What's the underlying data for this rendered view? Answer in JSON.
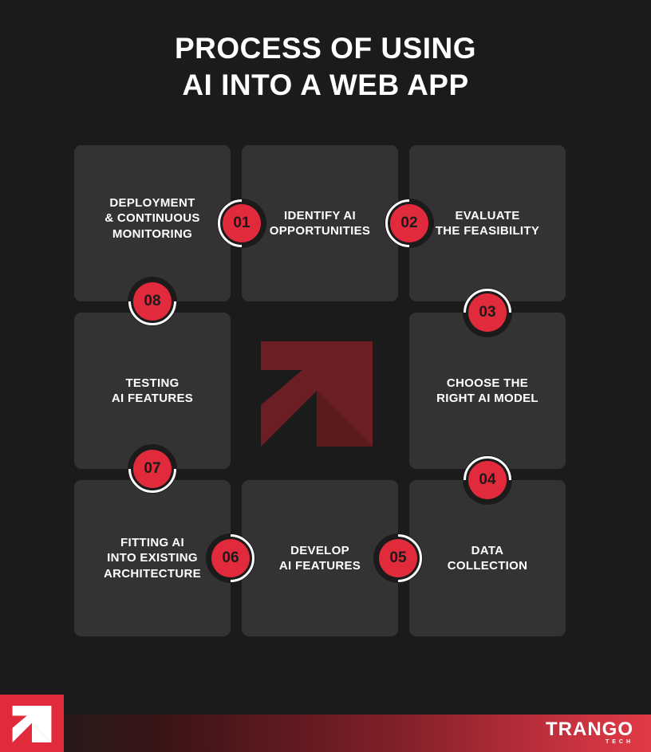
{
  "title": {
    "line1": "PROCESS OF USING",
    "line2": "AI INTO A WEB APP"
  },
  "colors": {
    "background": "#1b1b1b",
    "card": "#333333",
    "accent": "#e12a3b",
    "logo_dark": "#6b1f24"
  },
  "cards": [
    {
      "label": "DEPLOYMENT\n& CONTINUOUS\nMONITORING"
    },
    {
      "label": "IDENTIFY AI\nOPPORTUNITIES"
    },
    {
      "label": "EVALUATE\nTHE FEASIBILITY"
    },
    {
      "label": "TESTING\nAI FEATURES"
    },
    {
      "label": "CHOOSE THE\nRIGHT AI MODEL"
    },
    {
      "label": "FITTING AI\nINTO EXISTING\nARCHITECTURE"
    },
    {
      "label": "DEVELOP\nAI FEATURES"
    },
    {
      "label": "DATA\nCOLLECTION"
    }
  ],
  "steps": [
    "01",
    "02",
    "03",
    "04",
    "05",
    "06",
    "07",
    "08"
  ],
  "center_logo": {
    "icon": "trango-arrow-logo-icon"
  },
  "footer": {
    "brand_name": "TRANGO",
    "brand_sub": "TECH",
    "icon": "trango-arrow-logo-icon"
  }
}
